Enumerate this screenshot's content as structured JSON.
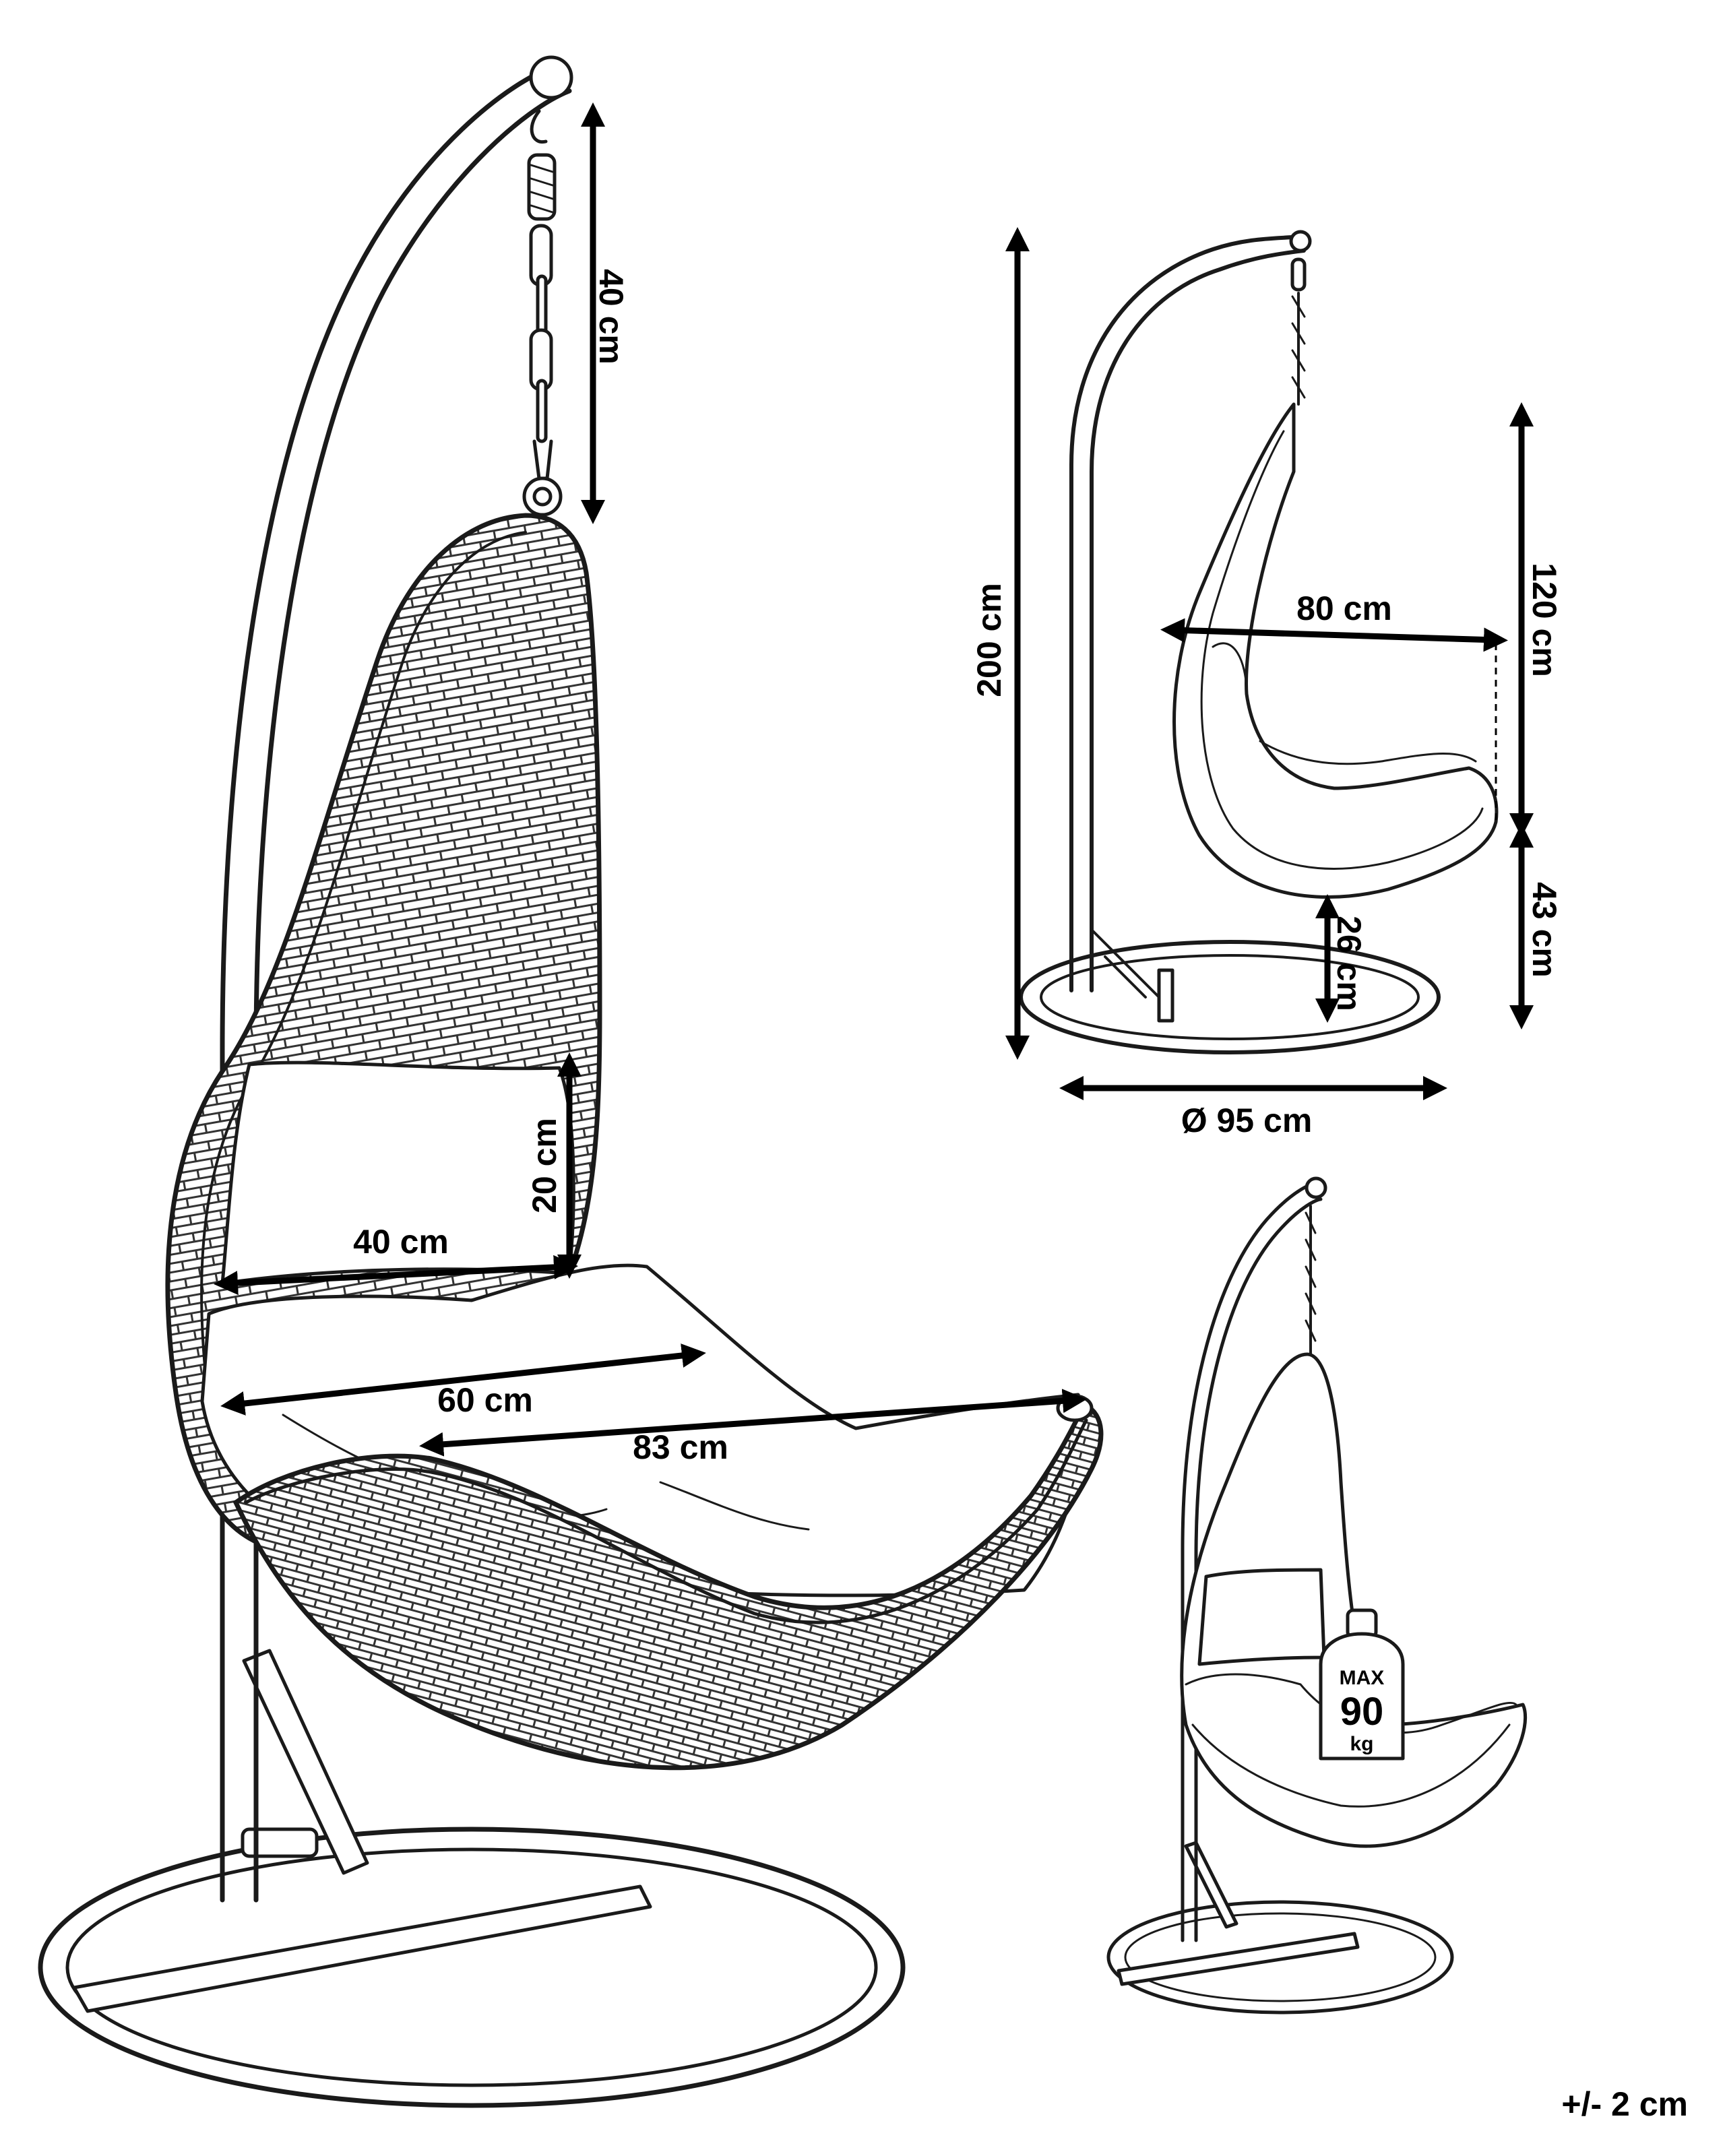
{
  "dimensions": {
    "chain_height": "40 cm",
    "pillow_height": "20 cm",
    "pillow_width": "40 cm",
    "seat_width": "60 cm",
    "seat_depth": "83 cm",
    "total_height": "200 cm",
    "basket_depth": "80 cm",
    "basket_height": "120 cm",
    "seat_clearance": "26 cm",
    "base_to_basket": "43 cm",
    "base_diameter": "Ø 95 cm"
  },
  "load": {
    "max_label": "MAX",
    "max_value": "90",
    "unit": "kg"
  },
  "tolerance": "+/- 2 cm"
}
